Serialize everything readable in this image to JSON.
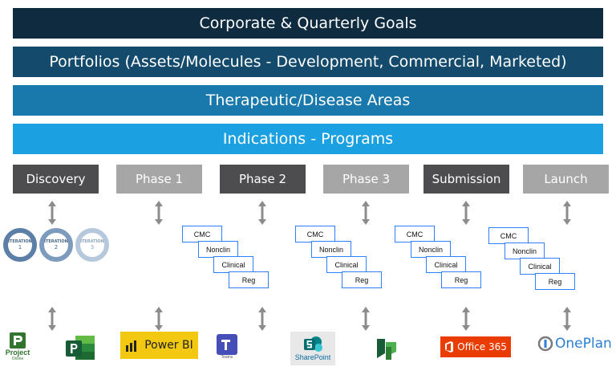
{
  "bands": [
    {
      "label": "Corporate & Quarterly Goals",
      "color": "#0e2b3f"
    },
    {
      "label": "Portfolios (Assets/Molecules - Development, Commercial, Marketed)",
      "color": "#144b6d"
    },
    {
      "label": "Therapeutic/Disease Areas",
      "color": "#1979ad"
    },
    {
      "label": "Indications - Programs",
      "color": "#1ba1e2"
    }
  ],
  "stages": [
    {
      "label": "Discovery",
      "style": "dark"
    },
    {
      "label": "Phase 1",
      "style": "light"
    },
    {
      "label": "Phase 2",
      "style": "dark"
    },
    {
      "label": "Phase 3",
      "style": "light"
    },
    {
      "label": "Submission",
      "style": "dark"
    },
    {
      "label": "Launch",
      "style": "light"
    }
  ],
  "workstreams": [
    "CMC",
    "Nonclin",
    "Clinical",
    "Reg"
  ],
  "iterations": [
    {
      "title": "ITERATION",
      "number": "1"
    },
    {
      "title": "ITERATION",
      "number": "2"
    },
    {
      "title": "ITERATION",
      "number": "3"
    }
  ],
  "tools": {
    "project_online": {
      "title": "Project",
      "subtitle": "Online",
      "icon": "project-online-icon"
    },
    "project": {
      "icon": "microsoft-project-icon"
    },
    "power_bi": {
      "label": "Power BI",
      "icon": "power-bi-icon"
    },
    "teams": {
      "label": "Teams",
      "icon": "teams-icon"
    },
    "sharepoint": {
      "label": "SharePoint",
      "icon": "sharepoint-icon"
    },
    "planner": {
      "icon": "planner-icon"
    },
    "office365": {
      "label": "Office 365",
      "icon": "office365-icon"
    },
    "oneplan": {
      "label": "OnePlan",
      "icon": "oneplan-icon"
    }
  }
}
